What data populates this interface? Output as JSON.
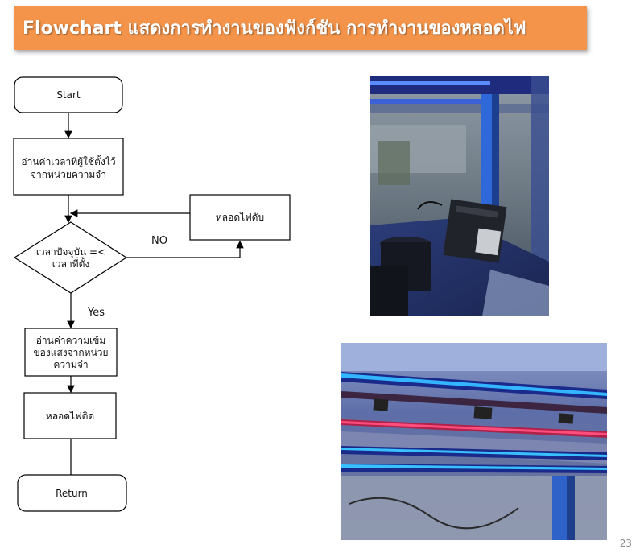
{
  "title": "Flowchart แสดงการทำงานของฟังก์ชัน การทำงานของหลอดไฟ",
  "flowchart": {
    "start": "Start",
    "read_time": [
      "อ่านค่าเวลาที่ผู้ใช้ตั้งไว้",
      "จากหน่วยความจำ"
    ],
    "light_off": "หลอดไฟดับ",
    "decision": [
      "เวลาปัจจุบัน =<",
      "เวลาที่ตั้ง"
    ],
    "no_label": "NO",
    "yes_label": "Yes",
    "read_light": [
      "อ่านค่าความเข้ม",
      "ของแสงจากหน่วย",
      "ความจำ"
    ],
    "light_on": "หลอดไฟติด",
    "return": "Return"
  },
  "page_number": "23"
}
